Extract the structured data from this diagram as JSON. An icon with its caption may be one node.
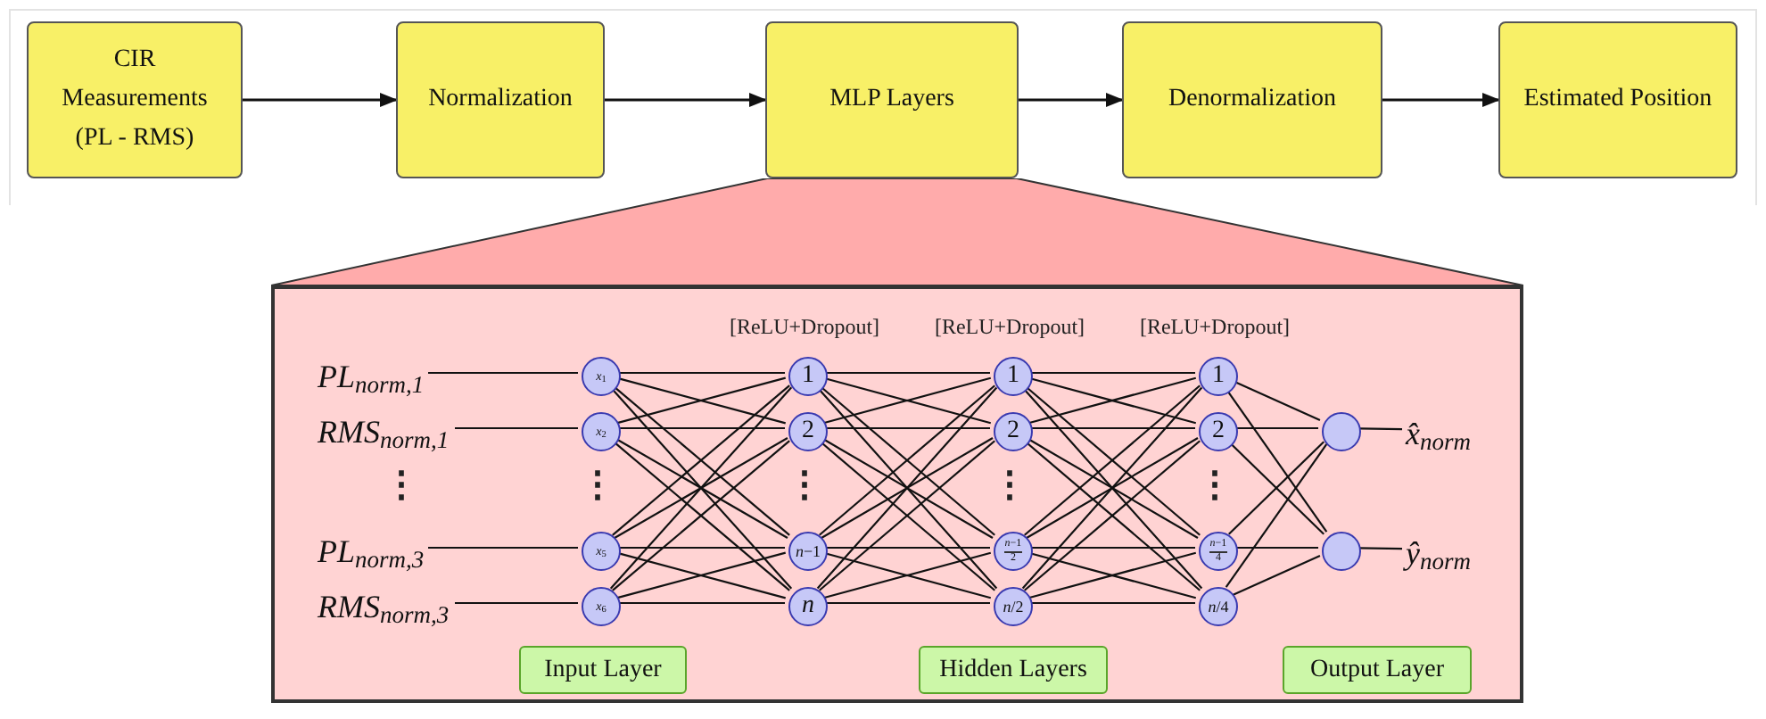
{
  "diagram": {
    "nodes": [
      {
        "text": [
          "CIR Measurements (PL - RMS)"
        ]
      },
      {
        "text": [
          "Normalization"
        ]
      },
      {
        "text": [
          "MLP Layers"
        ]
      },
      {
        "text": [
          "Denormalization"
        ]
      },
      {
        "text": [
          "Estimated Position"
        ]
      },
      {
        "text": [],
        "shape": "box"
      },
      {
        "text": [
          "PL$_{norm,1}$"
        ],
        "in": 5
      },
      {
        "text": [
          "RMS$_{norm,1}$"
        ],
        "in": 5
      },
      {
        "text": [
          "PL$_{norm,3}$"
        ],
        "in": 5
      },
      {
        "text": [
          "RMS$_{norm,3}$"
        ],
        "in": 5
      },
      {
        "text": [
          "*x*$_{1}$"
        ],
        "in": 5
      },
      {
        "text": [
          "*x*$_{2}$"
        ],
        "in": 5
      },
      {
        "text": [
          "*x*$_{5}$"
        ],
        "in": 5
      },
      {
        "text": [
          "*x*$_{6}$"
        ],
        "in": 5
      },
      {
        "text": [
          "1"
        ],
        "in": 5
      },
      {
        "text": [
          "2"
        ],
        "in": 5
      },
      {
        "text": [
          "*n*−1"
        ],
        "in": 5
      },
      {
        "text": [
          "*n*"
        ],
        "in": 5
      },
      {
        "text": [
          "1"
        ],
        "in": 5
      },
      {
        "text": [
          "2"
        ],
        "in": 5
      },
      {
        "text": [
          "*n*−1",
          "2"
        ],
        "in": 5
      },
      {
        "text": [
          "*n*/2"
        ],
        "in": 5
      },
      {
        "text": [
          "1"
        ],
        "in": 5
      },
      {
        "text": [
          "2"
        ],
        "in": 5
      },
      {
        "text": [
          "*n*−1",
          "4"
        ],
        "in": 5
      },
      {
        "text": [
          "*n*/4"
        ],
        "in": 5
      },
      {
        "text": [],
        "shape": "circle",
        "in": 5
      },
      {
        "text": [],
        "shape": "circle",
        "in": 5
      },
      {
        "text": [
          "x̂$_{norm}$"
        ],
        "in": 5
      },
      {
        "text": [
          "ŷ$_{norm}$"
        ],
        "in": 5
      },
      {
        "text": [
          "Input Layer"
        ],
        "in": 5
      },
      {
        "text": [
          "Hidden Layers"
        ],
        "in": 5
      },
      {
        "text": [
          "Output Layer"
        ],
        "in": 5
      },
      {
        "text": [],
        "shape": "trapezoid"
      }
    ],
    "edges": [
      {
        "from": 0,
        "to": 1,
        "arrow": "to"
      },
      {
        "from": 1,
        "to": 2,
        "arrow": "to"
      },
      {
        "from": 2,
        "to": 3,
        "arrow": "to"
      },
      {
        "from": 3,
        "to": 4,
        "arrow": "to"
      },
      {
        "from": 6,
        "to": 10,
        "arrow": "none"
      },
      {
        "from": 7,
        "to": 11,
        "arrow": "none"
      },
      {
        "from": 8,
        "to": 12,
        "arrow": "none"
      },
      {
        "from": 9,
        "to": 13,
        "arrow": "none"
      },
      {
        "from": 10,
        "to": 14,
        "arrow": "none"
      },
      {
        "from": 10,
        "to": 15,
        "arrow": "none"
      },
      {
        "from": 10,
        "to": 16,
        "arrow": "none"
      },
      {
        "from": 10,
        "to": 17,
        "arrow": "none"
      },
      {
        "from": 11,
        "to": 14,
        "arrow": "none"
      },
      {
        "from": 11,
        "to": 15,
        "arrow": "none"
      },
      {
        "from": 11,
        "to": 16,
        "arrow": "none"
      },
      {
        "from": 11,
        "to": 17,
        "arrow": "none"
      },
      {
        "from": 12,
        "to": 14,
        "arrow": "none"
      },
      {
        "from": 12,
        "to": 15,
        "arrow": "none"
      },
      {
        "from": 12,
        "to": 16,
        "arrow": "none"
      },
      {
        "from": 12,
        "to": 17,
        "arrow": "none"
      },
      {
        "from": 13,
        "to": 14,
        "arrow": "none"
      },
      {
        "from": 13,
        "to": 15,
        "arrow": "none"
      },
      {
        "from": 13,
        "to": 16,
        "arrow": "none"
      },
      {
        "from": 13,
        "to": 17,
        "arrow": "none"
      },
      {
        "from": 14,
        "to": 18,
        "arrow": "none"
      },
      {
        "from": 14,
        "to": 19,
        "arrow": "none"
      },
      {
        "from": 14,
        "to": 20,
        "arrow": "none"
      },
      {
        "from": 14,
        "to": 21,
        "arrow": "none"
      },
      {
        "from": 15,
        "to": 18,
        "arrow": "none"
      },
      {
        "from": 15,
        "to": 19,
        "arrow": "none"
      },
      {
        "from": 15,
        "to": 20,
        "arrow": "none"
      },
      {
        "from": 15,
        "to": 21,
        "arrow": "none"
      },
      {
        "from": 16,
        "to": 18,
        "arrow": "none"
      },
      {
        "from": 16,
        "to": 19,
        "arrow": "none"
      },
      {
        "from": 16,
        "to": 20,
        "arrow": "none"
      },
      {
        "from": 16,
        "to": 21,
        "arrow": "none"
      },
      {
        "from": 17,
        "to": 18,
        "arrow": "none"
      },
      {
        "from": 17,
        "to": 19,
        "arrow": "none"
      },
      {
        "from": 17,
        "to": 20,
        "arrow": "none"
      },
      {
        "from": 17,
        "to": 21,
        "arrow": "none"
      },
      {
        "from": 18,
        "to": 22,
        "arrow": "none"
      },
      {
        "from": 18,
        "to": 23,
        "arrow": "none"
      },
      {
        "from": 18,
        "to": 24,
        "arrow": "none"
      },
      {
        "from": 18,
        "to": 25,
        "arrow": "none"
      },
      {
        "from": 19,
        "to": 22,
        "arrow": "none"
      },
      {
        "from": 19,
        "to": 23,
        "arrow": "none"
      },
      {
        "from": 19,
        "to": 24,
        "arrow": "none"
      },
      {
        "from": 19,
        "to": 25,
        "arrow": "none"
      },
      {
        "from": 20,
        "to": 22,
        "arrow": "none"
      },
      {
        "from": 20,
        "to": 23,
        "arrow": "none"
      },
      {
        "from": 20,
        "to": 24,
        "arrow": "none"
      },
      {
        "from": 20,
        "to": 25,
        "arrow": "none"
      },
      {
        "from": 21,
        "to": 22,
        "arrow": "none"
      },
      {
        "from": 21,
        "to": 23,
        "arrow": "none"
      },
      {
        "from": 21,
        "to": 24,
        "arrow": "none"
      },
      {
        "from": 21,
        "to": 25,
        "arrow": "none"
      },
      {
        "from": 22,
        "to": 26,
        "arrow": "none"
      },
      {
        "from": 22,
        "to": 27,
        "arrow": "none"
      },
      {
        "from": 23,
        "to": 26,
        "arrow": "none"
      },
      {
        "from": 23,
        "to": 27,
        "arrow": "none"
      },
      {
        "from": 24,
        "to": 26,
        "arrow": "none"
      },
      {
        "from": 24,
        "to": 27,
        "arrow": "none"
      },
      {
        "from": 25,
        "to": 26,
        "arrow": "none"
      },
      {
        "from": 25,
        "to": 27,
        "arrow": "none"
      },
      {
        "from": 26,
        "to": 28,
        "arrow": "none"
      },
      {
        "from": 27,
        "to": 29,
        "arrow": "none"
      }
    ],
    "labels": [
      "[ReLU+Dropout]",
      "[ReLU+Dropout]",
      "[ReLU+Dropout]",
      "⋮",
      "⋮",
      "⋮",
      "⋮",
      "⋮"
    ]
  }
}
